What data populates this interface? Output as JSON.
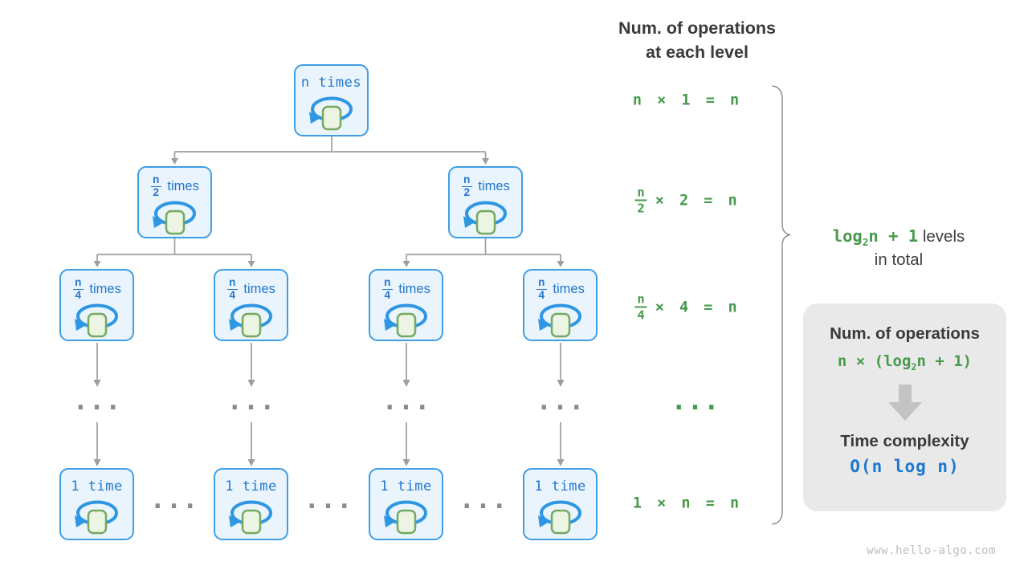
{
  "header": {
    "line1": "Num. of operations",
    "line2": "at each level"
  },
  "tree": {
    "root": {
      "label": "n times"
    },
    "level2": [
      {
        "num": "n",
        "den": "2",
        "suffix": "times"
      },
      {
        "num": "n",
        "den": "2",
        "suffix": "times"
      }
    ],
    "level3": [
      {
        "num": "n",
        "den": "4",
        "suffix": "times"
      },
      {
        "num": "n",
        "den": "4",
        "suffix": "times"
      },
      {
        "num": "n",
        "den": "4",
        "suffix": "times"
      },
      {
        "num": "n",
        "den": "4",
        "suffix": "times"
      }
    ],
    "bottom": [
      {
        "label": "1 time"
      },
      {
        "label": "1 time"
      },
      {
        "label": "1 time"
      },
      {
        "label": "1 time"
      }
    ],
    "ellipsis": "..."
  },
  "ann": {
    "level1": "n × 1 = n",
    "level2": {
      "num": "n",
      "den": "2",
      "rest": "× 2 = n"
    },
    "level3": {
      "num": "n",
      "den": "4",
      "rest": "× 4 = n"
    },
    "dots": "...",
    "bottom": "1 × n = n"
  },
  "brace": {
    "log": "log",
    "sub": "2",
    "tail": "n + 1",
    "levels": " levels",
    "line2": "in total"
  },
  "box": {
    "title1": "Num. of operations",
    "formula": {
      "pre": "n × (log",
      "sub": "2",
      "post": "n + 1)"
    },
    "title2": "Time complexity",
    "complexity": "O(n log n)"
  },
  "footer": {
    "watermark": "www.hello-algo.com"
  },
  "icons": {
    "loop": "circular-arrow-with-body-square",
    "down_arrow": "block-arrow-down",
    "brace": "curly-brace-right"
  },
  "colors": {
    "node_border": "#3f9ee4",
    "node_fill": "#eaf4fd",
    "node_text": "#2277cc",
    "loop_blue": "#2e96e2",
    "square_fill": "#ecf4e3",
    "square_border": "#74a95f",
    "green": "#479a4b",
    "dark_text": "#3a3a3a",
    "connector_gray": "#9e9e9e",
    "box_bg": "#e9e9ea",
    "block_arrow_gray": "#c3c3c5",
    "complexity_blue": "#1a78d2",
    "watermark_gray": "#bdbdbd"
  }
}
